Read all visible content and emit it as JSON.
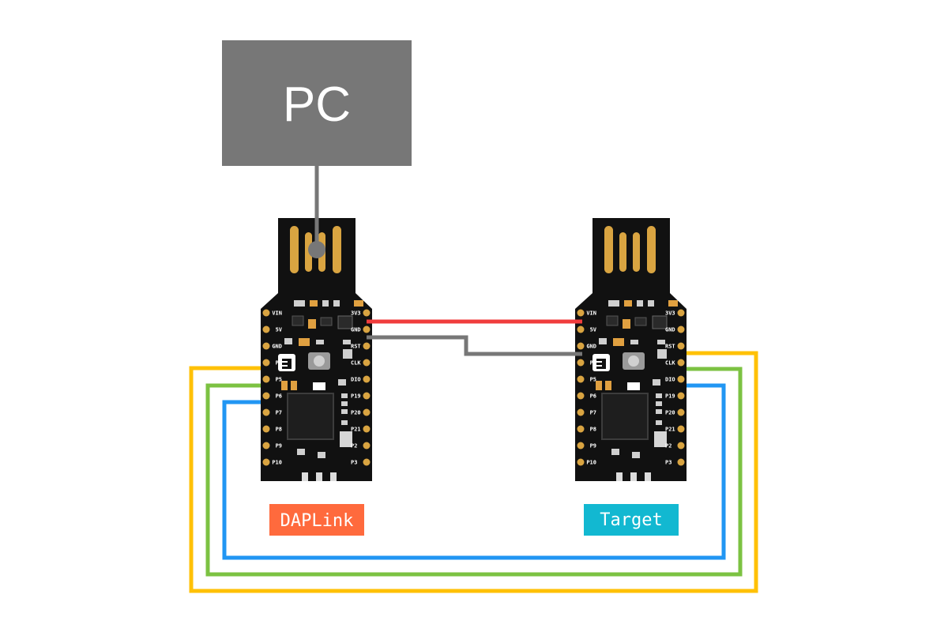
{
  "pc": {
    "label": "PC"
  },
  "boards": {
    "daplink": {
      "label": "DAPLink",
      "color": "#ff6a3d"
    },
    "target": {
      "label": "Target",
      "color": "#12b8d1"
    }
  },
  "pins": {
    "left": [
      "VIN",
      "5V",
      "GND",
      "P4",
      "P5",
      "P6",
      "P7",
      "P8",
      "P9",
      "P10"
    ],
    "right": [
      "3V3",
      "GND",
      "RST",
      "CLK",
      "DIO",
      "P19",
      "P20",
      "P21",
      "P2",
      "P3"
    ]
  },
  "colors": {
    "pc_box": "#777777",
    "usb_cable": "#777777",
    "power_wire": "#f03c3c",
    "gnd_wire": "#777777",
    "yellow_wire": "#ffc107",
    "green_wire": "#7cc242",
    "blue_wire": "#2196f3",
    "board": "#111111",
    "pad": "#d9a441"
  }
}
